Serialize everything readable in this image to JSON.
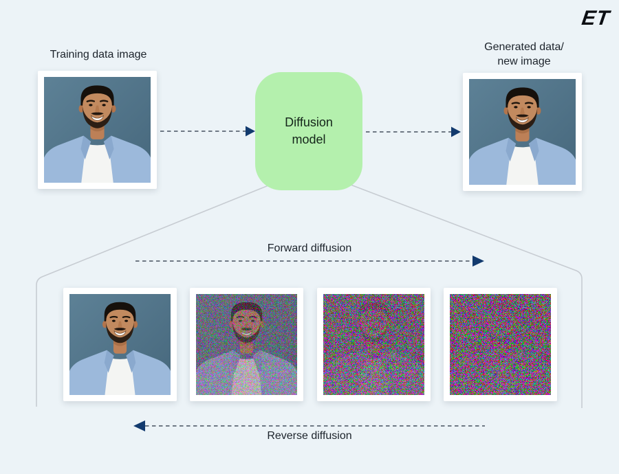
{
  "logo": {
    "text": "ET"
  },
  "labels": {
    "training": "Training data image",
    "generated_line1": "Generated data/",
    "generated_line2": "new image",
    "model": "Diffusion model",
    "forward": "Forward diffusion",
    "reverse": "Reverse diffusion"
  },
  "colors": {
    "page_background": "#ecf3f7",
    "model_box_fill": "#b4f0ad",
    "arrowhead": "#123a6e",
    "dashed_line": "#44505e",
    "connector_line": "#c7ccd2",
    "photo_frame": "#ffffff",
    "portrait_background": "#51748a",
    "label_text": "#1c232b"
  },
  "portrait": {
    "subject": "smiling-man-in-blue-blazer"
  },
  "diffusion_stages": [
    {
      "name": "stage-1-original",
      "noise_opacity": 0
    },
    {
      "name": "stage-2-light-noise",
      "noise_opacity": 0.5
    },
    {
      "name": "stage-3-heavy-noise",
      "noise_opacity": 0.85
    },
    {
      "name": "stage-4-pure-noise",
      "noise_opacity": 0.94
    }
  ]
}
